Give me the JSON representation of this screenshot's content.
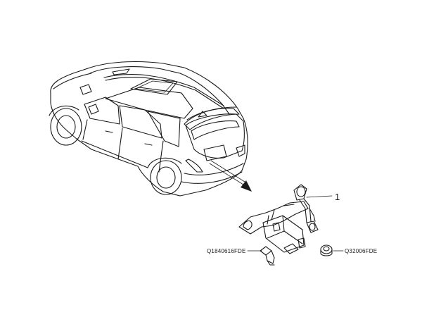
{
  "diagram": {
    "callout_number": "1",
    "part_numbers": {
      "bolt": "Q1840616FDE",
      "nut": "Q32006FDE"
    },
    "colors": {
      "line": "#1a1a1a",
      "background": "#ffffff"
    }
  }
}
